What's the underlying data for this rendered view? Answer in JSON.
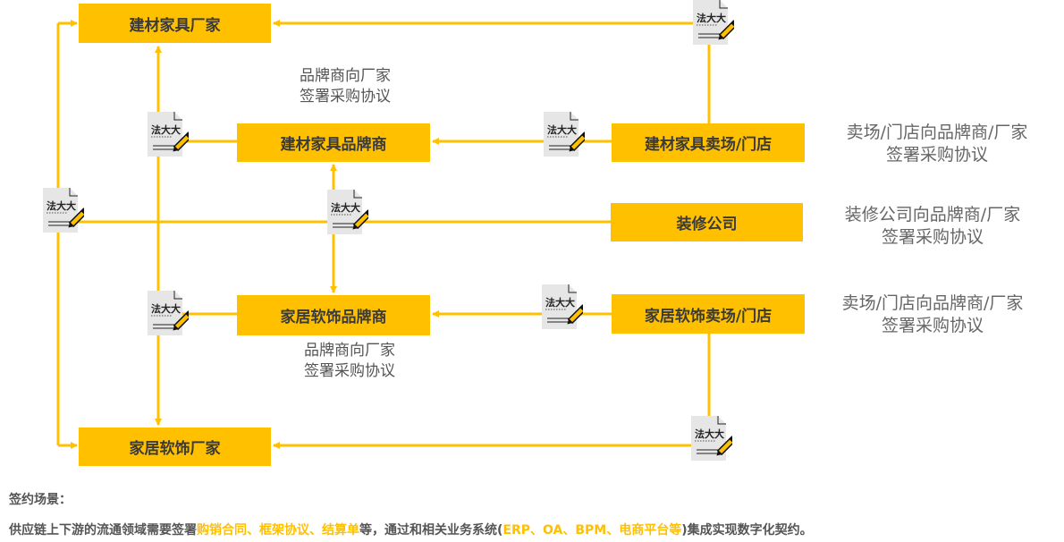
{
  "nodes": {
    "bm_maker": "建材家具厂家",
    "bm_brand": "建材家具品牌商",
    "bm_store": "建材家具卖场/门店",
    "decoration": "装修公司",
    "hf_brand": "家居软饰品牌商",
    "hf_store": "家居软饰卖场/门店",
    "hf_maker": "家居软饰厂家"
  },
  "notes": {
    "brand_top": [
      "品牌商向厂家",
      "签署采购协议"
    ],
    "brand_bottom": [
      "品牌商向厂家",
      "签署采购协议"
    ],
    "store_top": [
      "卖场/门店向品牌商/厂家",
      "签署采购协议"
    ],
    "decoration": [
      "装修公司向品牌商/厂家",
      "签署采购协议"
    ],
    "store_bottom": [
      "卖场/门店向品牌商/厂家",
      "签署采购协议"
    ]
  },
  "doc_icon_label": "法大大",
  "footer": {
    "title": "签约场景：",
    "parts": [
      "供应链上下游的流通领域需要签署",
      "购销合同、框架协议、结算单",
      "等，通过和相关业务系统(",
      "ERP、OA、BPM、电商平台等",
      ")集成实现数字化契约。"
    ]
  },
  "colors": {
    "accent": "#FFC000",
    "text": "#3a3a3a"
  }
}
